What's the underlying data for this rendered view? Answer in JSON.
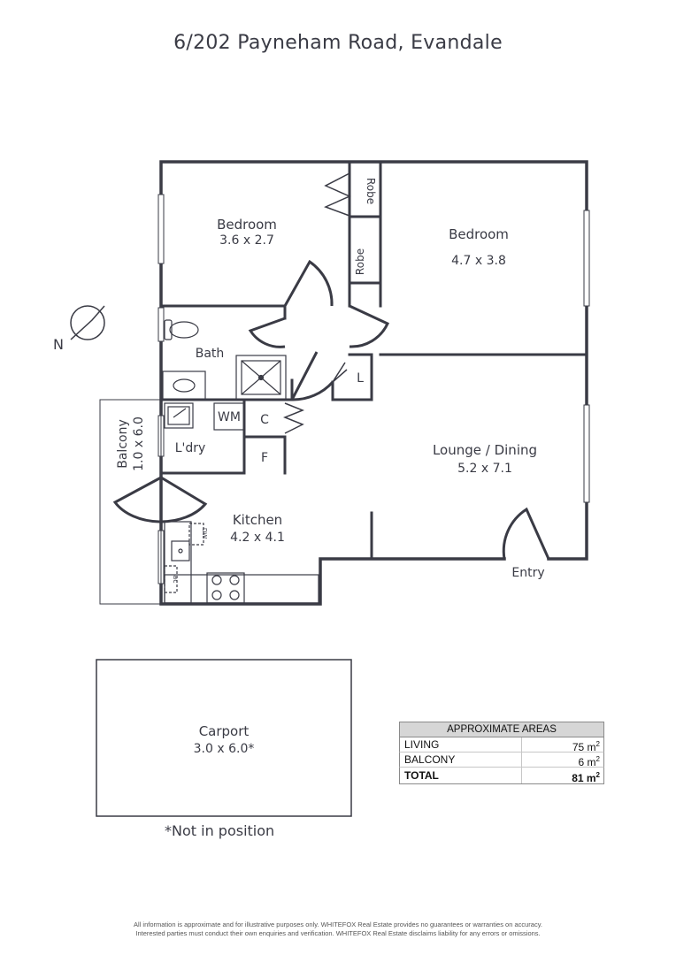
{
  "title": "6/202 Payneham Road, Evandale",
  "compass": {
    "label": "N",
    "icon": "north-compass-icon"
  },
  "rooms": {
    "bedroom1": {
      "name": "Bedroom",
      "size": "3.6 x 2.7"
    },
    "bedroom2": {
      "name": "Bedroom",
      "size": "4.7 x 3.8"
    },
    "robe1": "Robe",
    "robe2": "Robe",
    "bath": "Bath",
    "linen": "L",
    "wm": "WM",
    "cupboard": "C",
    "fridge": "F",
    "laundry": "L'dry",
    "balcony": {
      "name": "Balcony",
      "size": "1.0 x 6.0"
    },
    "kitchen": {
      "name": "Kitchen",
      "size": "4.2 x 4.1"
    },
    "lounge": {
      "name": "Lounge / Dining",
      "size": "5.2 x 7.1"
    },
    "entry": "Entry",
    "dw": "DW",
    "ac": "ac",
    "carport": {
      "name": "Carport",
      "size": "3.0 x 6.0*"
    }
  },
  "areas": {
    "header": "APPROXIMATE AREAS",
    "rows": [
      {
        "label": "LIVING",
        "value": "75 m",
        "unit": "2"
      },
      {
        "label": "BALCONY",
        "value": "6 m",
        "unit": "2"
      }
    ],
    "total": {
      "label": "TOTAL",
      "value": "81 m",
      "unit": "2"
    }
  },
  "note": "*Not in position",
  "disclaimer": [
    "All information is approximate and for illustrative purposes only. WHITEFOX Real Estate provides no guarantees or warranties on accuracy.",
    "Interested parties must conduct their own enquiries and verification. WHITEFOX Real Estate disclaims liability for any errors or omissions."
  ],
  "colors": {
    "wall": "#3a3b45",
    "text": "#3a3b45",
    "table_header": "#d6d6d6"
  }
}
